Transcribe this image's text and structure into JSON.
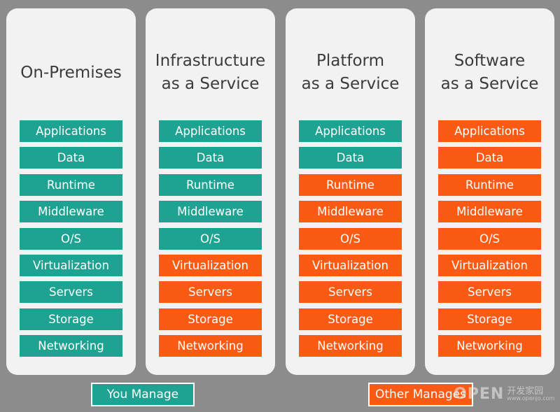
{
  "columns": [
    {
      "title": "On-Premises",
      "layers": [
        {
          "label": "Applications",
          "managed_by": "you"
        },
        {
          "label": "Data",
          "managed_by": "you"
        },
        {
          "label": "Runtime",
          "managed_by": "you"
        },
        {
          "label": "Middleware",
          "managed_by": "you"
        },
        {
          "label": "O/S",
          "managed_by": "you"
        },
        {
          "label": "Virtualization",
          "managed_by": "you"
        },
        {
          "label": "Servers",
          "managed_by": "you"
        },
        {
          "label": "Storage",
          "managed_by": "you"
        },
        {
          "label": "Networking",
          "managed_by": "you"
        }
      ]
    },
    {
      "title": "Infrastructure\nas a Service",
      "layers": [
        {
          "label": "Applications",
          "managed_by": "you"
        },
        {
          "label": "Data",
          "managed_by": "you"
        },
        {
          "label": "Runtime",
          "managed_by": "you"
        },
        {
          "label": "Middleware",
          "managed_by": "you"
        },
        {
          "label": "O/S",
          "managed_by": "you"
        },
        {
          "label": "Virtualization",
          "managed_by": "other"
        },
        {
          "label": "Servers",
          "managed_by": "other"
        },
        {
          "label": "Storage",
          "managed_by": "other"
        },
        {
          "label": "Networking",
          "managed_by": "other"
        }
      ]
    },
    {
      "title": "Platform\nas a Service",
      "layers": [
        {
          "label": "Applications",
          "managed_by": "you"
        },
        {
          "label": "Data",
          "managed_by": "you"
        },
        {
          "label": "Runtime",
          "managed_by": "other"
        },
        {
          "label": "Middleware",
          "managed_by": "other"
        },
        {
          "label": "O/S",
          "managed_by": "other"
        },
        {
          "label": "Virtualization",
          "managed_by": "other"
        },
        {
          "label": "Servers",
          "managed_by": "other"
        },
        {
          "label": "Storage",
          "managed_by": "other"
        },
        {
          "label": "Networking",
          "managed_by": "other"
        }
      ]
    },
    {
      "title": "Software\nas a Service",
      "layers": [
        {
          "label": "Applications",
          "managed_by": "other"
        },
        {
          "label": "Data",
          "managed_by": "other"
        },
        {
          "label": "Runtime",
          "managed_by": "other"
        },
        {
          "label": "Middleware",
          "managed_by": "other"
        },
        {
          "label": "O/S",
          "managed_by": "other"
        },
        {
          "label": "Virtualization",
          "managed_by": "other"
        },
        {
          "label": "Servers",
          "managed_by": "other"
        },
        {
          "label": "Storage",
          "managed_by": "other"
        },
        {
          "label": "Networking",
          "managed_by": "other"
        }
      ]
    }
  ],
  "legend": {
    "you_label": "You Manage",
    "other_label": "Other Manages"
  },
  "colors": {
    "you": "#1ea392",
    "other": "#fb5a14",
    "panel": "#f2f2f2",
    "background": "#8c8c8c"
  },
  "watermark": {
    "latin": "OPEN",
    "cjk": "开发家园",
    "domain": "www.openjo.com"
  }
}
